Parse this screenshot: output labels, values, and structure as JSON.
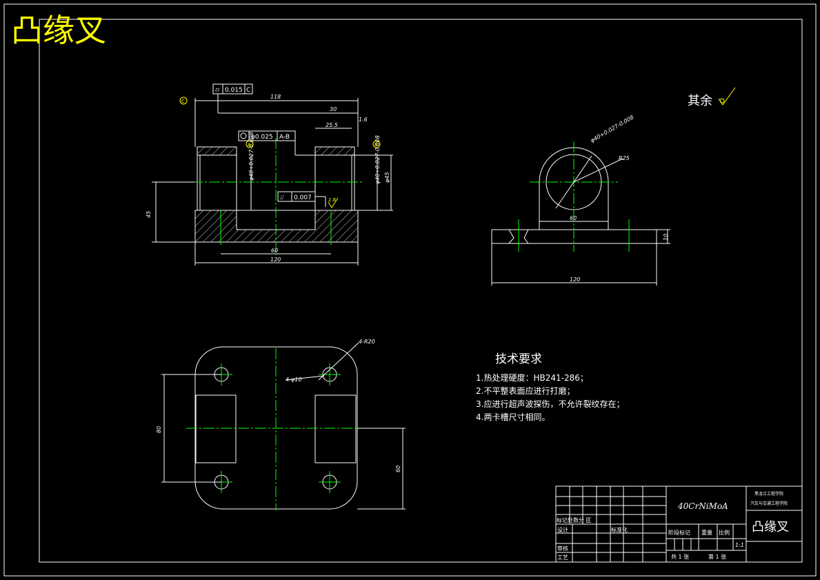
{
  "title": "凸缘叉",
  "surface_note": "其余",
  "front_view": {
    "flatness_tol": "0.015",
    "flatness_datum": "C",
    "coaxial_tol": "φ0.025",
    "coaxial_datum": "A-B",
    "runout_tol": "0.007",
    "datum_c": "C",
    "datum_a": "A",
    "datum_b": "B",
    "dim_118": "118",
    "dim_30": "30",
    "dim_25_5": "25.5",
    "dim_1_6": "1.6",
    "dim_45": "45",
    "dim_60": "60",
    "dim_120": "120",
    "dim_bore_left": "φ40+0.027-0.008",
    "dim_bore_right": "φ40+0.027-0.008",
    "dim_45_dia": "φ45",
    "rough_mark": "1.6"
  },
  "side_view": {
    "dim_dia40": "φ40+0.027-0.008",
    "dim_r25": "R25",
    "dim_60": "60",
    "dim_10": "10",
    "dim_120": "120"
  },
  "bottom_view": {
    "dim_r20": "4-R20",
    "dim_hole": "4-φ10",
    "dim_v80": "80",
    "dim_v60": "60"
  },
  "requirements": {
    "heading": "技术要求",
    "items": [
      "1.热处理硬度：HB241-286；",
      "2.不平整表面应进行打磨；",
      "3.应进行超声波探伤，不允许裂纹存在；",
      "4.两卡槽尺寸相同。"
    ]
  },
  "title_block": {
    "material": "40CrNiMoA",
    "school": "黑龙江工程学院",
    "dept": "汽车与交通工程学院",
    "part_name": "凸缘叉",
    "row_mark": "标记处数分  区",
    "design": "设计",
    "standard": "标准化",
    "review": "审核",
    "process": "工艺",
    "stage": "阶段标记",
    "weight": "重量",
    "scale_label": "比例",
    "scale": "1:1",
    "sheets": "共 1 张",
    "sheet_no": "第 1 张"
  },
  "colors": {
    "line": "#ffffff",
    "center": "#00ff00",
    "title": "#ffff00",
    "accent": "#ffff00"
  }
}
